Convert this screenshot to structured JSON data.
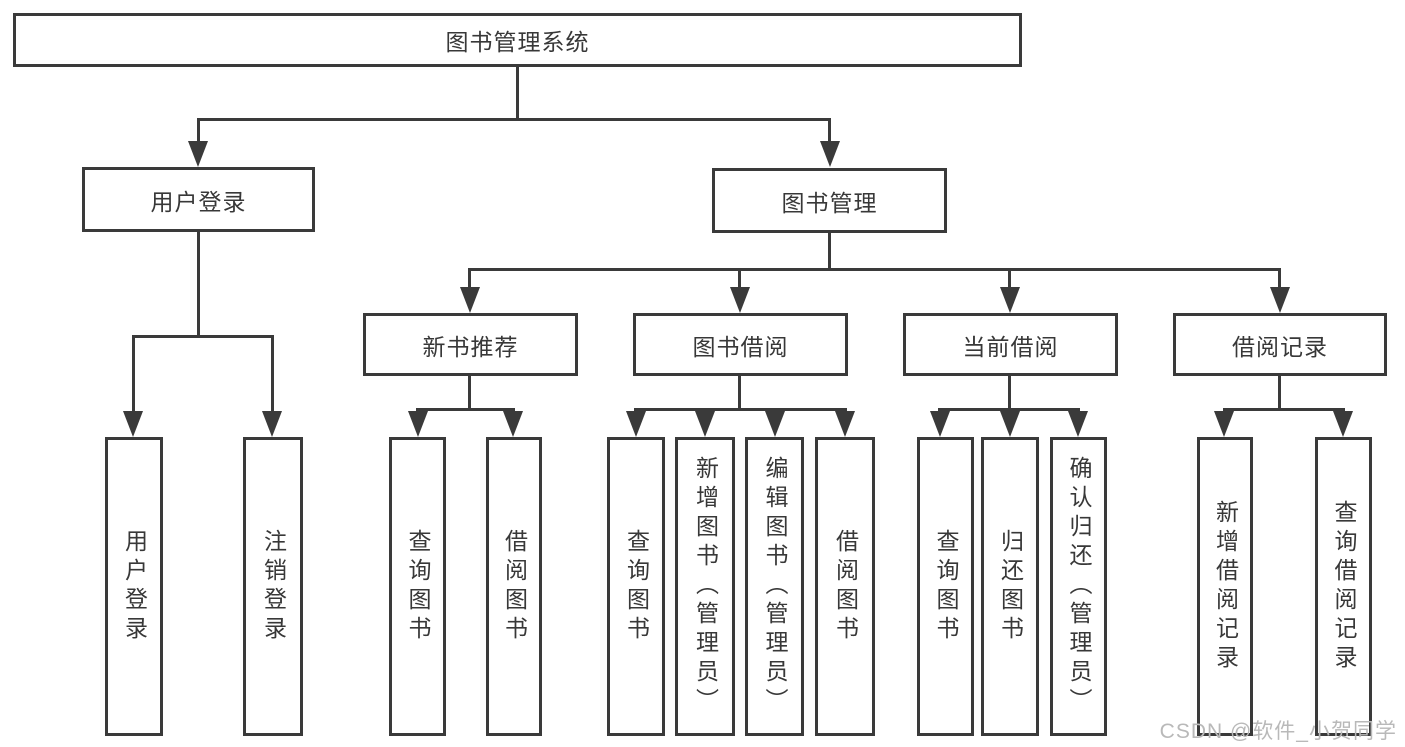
{
  "diagram": {
    "root": {
      "label": "图书管理系统"
    },
    "level1": [
      {
        "id": "user-login",
        "label": "用户登录"
      },
      {
        "id": "book-management",
        "label": "图书管理"
      }
    ],
    "level2": [
      {
        "id": "new-book-recommend",
        "label": "新书推荐",
        "parent": "图书管理"
      },
      {
        "id": "book-borrow",
        "label": "图书借阅",
        "parent": "图书管理"
      },
      {
        "id": "current-borrow",
        "label": "当前借阅",
        "parent": "图书管理"
      },
      {
        "id": "borrow-records",
        "label": "借阅记录",
        "parent": "图书管理"
      }
    ],
    "leaves": [
      {
        "label": "用户登录",
        "parent": "用户登录"
      },
      {
        "label": "注销登录",
        "parent": "用户登录"
      },
      {
        "label": "查询图书",
        "parent": "新书推荐"
      },
      {
        "label": "借阅图书",
        "parent": "新书推荐"
      },
      {
        "label": "查询图书",
        "parent": "图书借阅"
      },
      {
        "label": "新增图书（管理员）",
        "parent": "图书借阅"
      },
      {
        "label": "编辑图书（管理员）",
        "parent": "图书借阅"
      },
      {
        "label": "借阅图书",
        "parent": "图书借阅"
      },
      {
        "label": "查询图书",
        "parent": "当前借阅"
      },
      {
        "label": "归还图书",
        "parent": "当前借阅"
      },
      {
        "label": "确认归还（管理员）",
        "parent": "当前借阅"
      },
      {
        "label": "新增借阅记录",
        "parent": "借阅记录"
      },
      {
        "label": "查询借阅记录",
        "parent": "借阅记录"
      }
    ],
    "watermark": "CSDN @软件_小贺同学",
    "colors": {
      "line": "#3a3a3a",
      "text": "#383838",
      "watermark": "#b9b9b9",
      "background": "#ffffff"
    }
  }
}
